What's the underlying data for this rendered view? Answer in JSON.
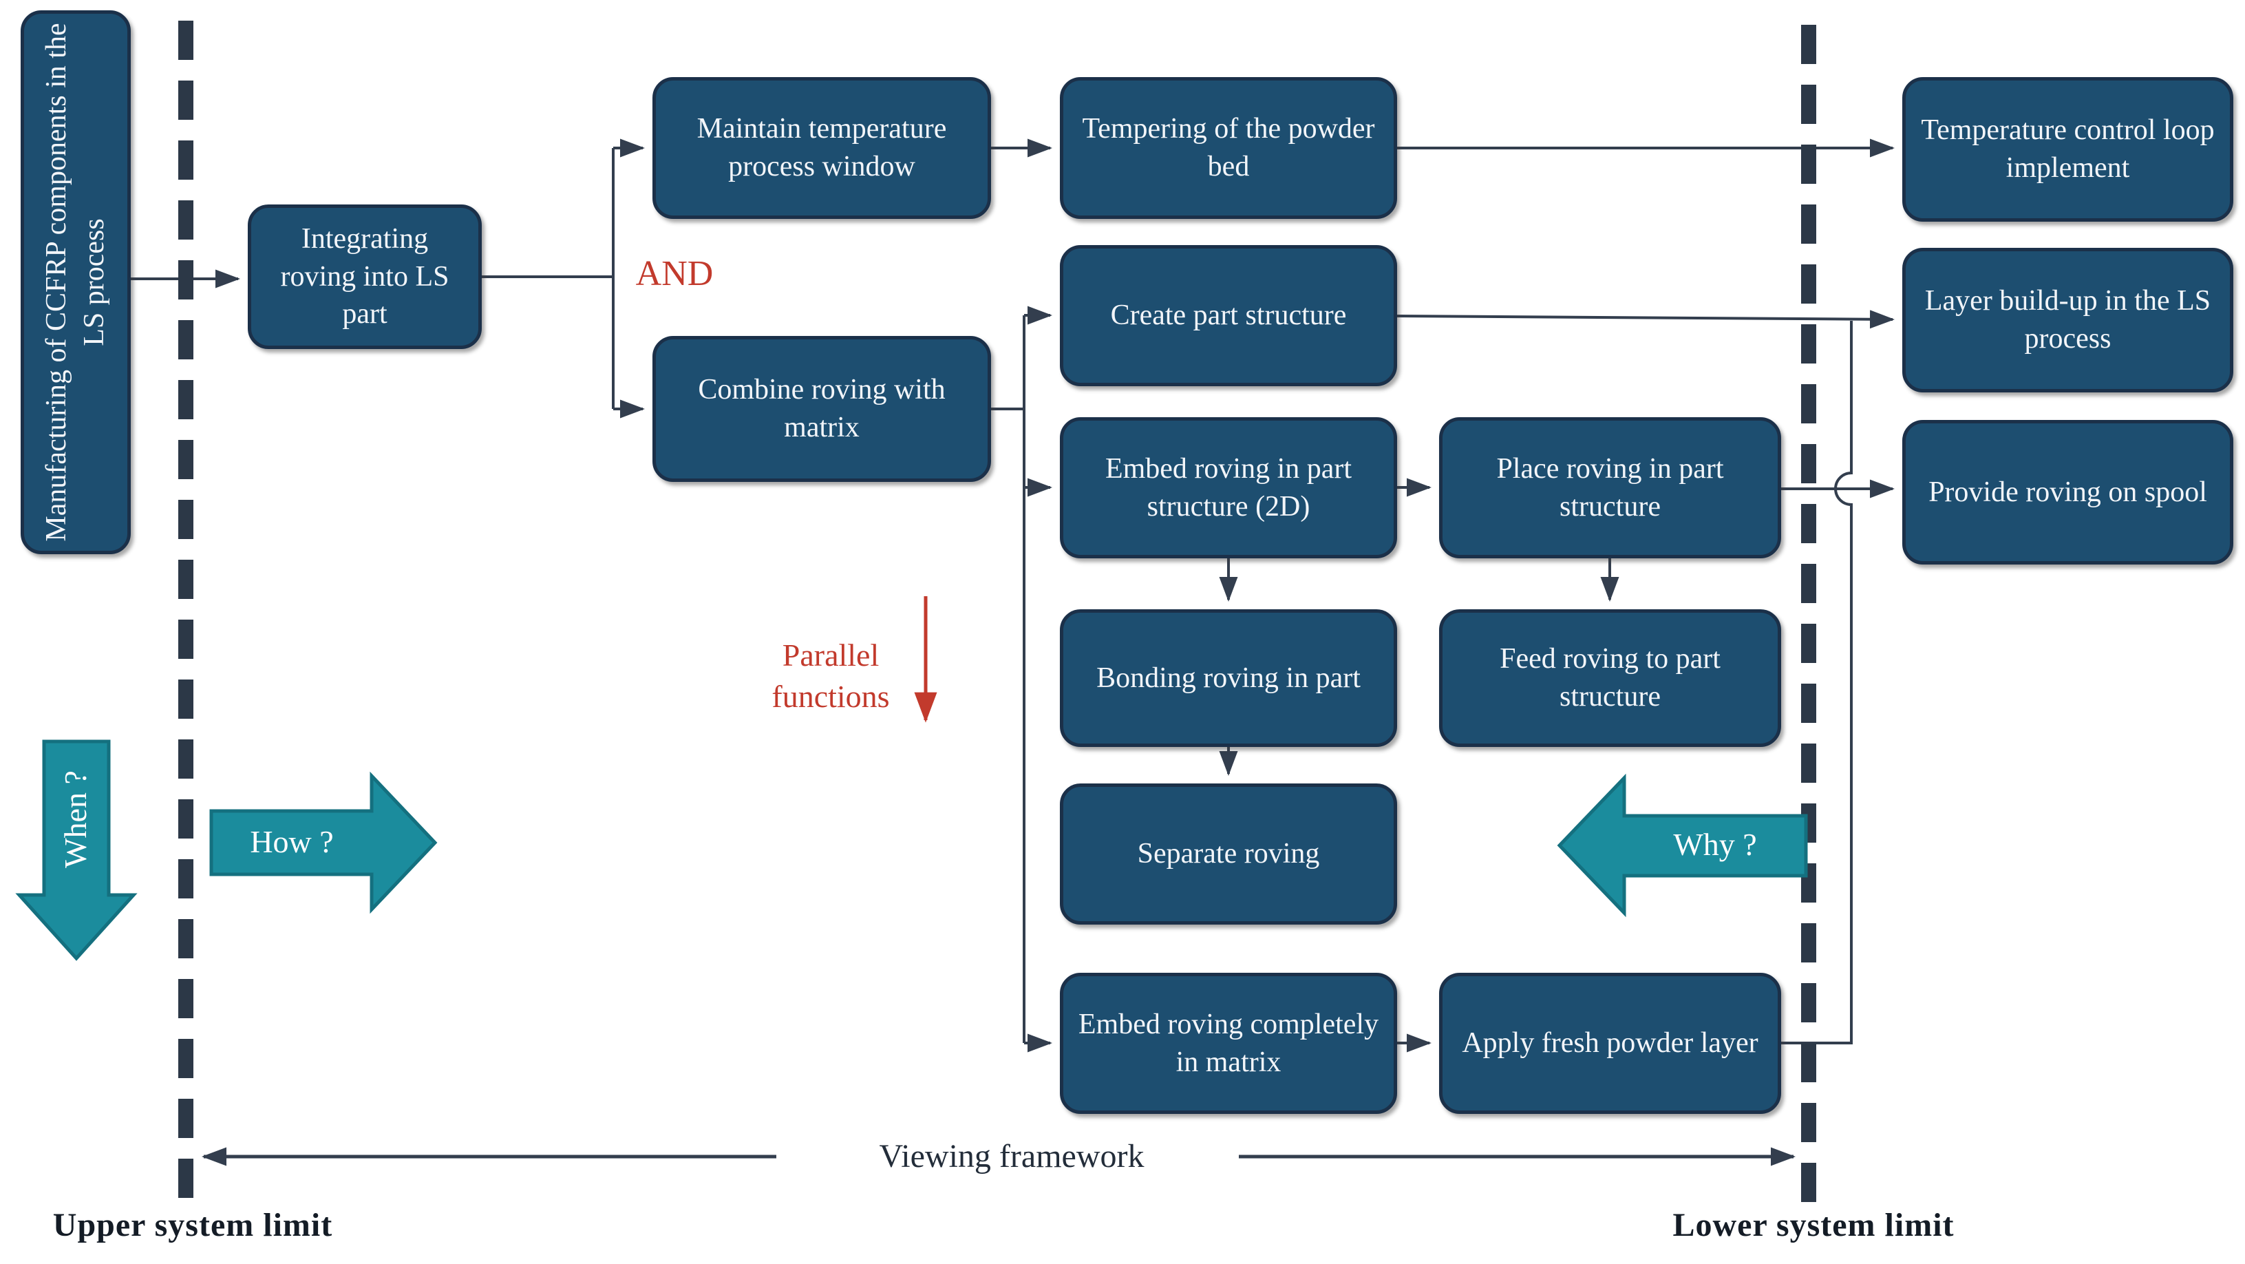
{
  "figure": {
    "type": "function-structure-flow-diagram",
    "colors": {
      "node_fill": "#1d4e70",
      "node_border": "#1b3049",
      "node_text": "#f2f5f9",
      "connector": "#333e4e",
      "boundary_dash": "#2c3847",
      "accent_red": "#c23a2c",
      "teal_fill": "#1b8c9d",
      "teal_border": "#14707f",
      "caption_text": "#232d3a"
    }
  },
  "nodes": {
    "root": {
      "label": "Manufacturing of CCFRP components in the LS process"
    },
    "integrating": {
      "label": "Integrating roving into LS part"
    },
    "maintain": {
      "label": "Maintain temperature process window"
    },
    "tempering": {
      "label": "Tempering of the powder bed"
    },
    "temp_control": {
      "label": "Temperature control loop implement"
    },
    "combine": {
      "label": "Combine roving with matrix"
    },
    "create": {
      "label": "Create part structure"
    },
    "layer_build_up": {
      "label": "Layer build-up in the LS process"
    },
    "embed_2d": {
      "label": "Embed roving in part structure (2D)"
    },
    "place": {
      "label": "Place roving in part structure"
    },
    "provide": {
      "label": "Provide roving on spool"
    },
    "bonding": {
      "label": "Bonding roving in part"
    },
    "feed": {
      "label": "Feed roving to part structure"
    },
    "separate": {
      "label": "Separate roving"
    },
    "embed_completely": {
      "label": "Embed roving completely in matrix"
    },
    "apply": {
      "label": "Apply fresh powder layer"
    }
  },
  "annotations": {
    "and": "AND",
    "parallel_functions": "Parallel functions",
    "when": "When ?",
    "how": "How ?",
    "why": "Why ?",
    "viewing_framework": "Viewing framework",
    "upper_system_limit": "Upper system limit",
    "lower_system_limit": "Lower system limit"
  },
  "edges": [
    {
      "from": "root",
      "to": "integrating"
    },
    {
      "from": "integrating",
      "to": "maintain",
      "junction": "AND"
    },
    {
      "from": "integrating",
      "to": "combine",
      "junction": "AND"
    },
    {
      "from": "maintain",
      "to": "tempering"
    },
    {
      "from": "tempering",
      "to": "temp_control"
    },
    {
      "from": "combine",
      "to": "create"
    },
    {
      "from": "combine",
      "to": "embed_2d"
    },
    {
      "from": "combine",
      "to": "embed_completely"
    },
    {
      "from": "create",
      "to": "layer_build_up"
    },
    {
      "from": "embed_2d",
      "to": "place"
    },
    {
      "from": "embed_2d",
      "to": "bonding"
    },
    {
      "from": "place",
      "to": "provide"
    },
    {
      "from": "place",
      "to": "feed"
    },
    {
      "from": "bonding",
      "to": "separate"
    },
    {
      "from": "embed_completely",
      "to": "apply"
    },
    {
      "from": "apply",
      "to": "layer_build_up"
    }
  ]
}
